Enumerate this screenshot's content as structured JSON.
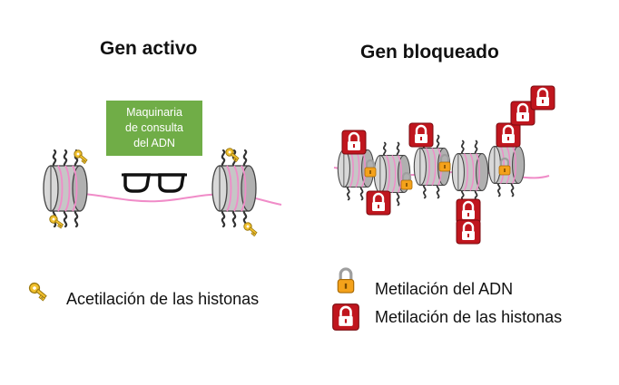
{
  "titles": {
    "active": "Gen activo",
    "blocked": "Gen bloqueado"
  },
  "machinery_box": {
    "label": "Maquinaria\nde consulta\ndel ADN",
    "color": "#70ad47"
  },
  "legend": {
    "histone_acetylation": "Acetilación de las histonas",
    "dna_methylation": "Metilación del ADN",
    "histone_methylation": "Metilación de las histonas"
  },
  "icons": {
    "key": "key-icon",
    "dna_lock": "padlock-orange-icon",
    "histone_lock": "padlock-red-icon",
    "glasses": "glasses-icon"
  },
  "colors": {
    "dna_strand": "#f08cc8",
    "histone_gray": "#bdbdbd",
    "key_gold": "#f2c12e",
    "lock_orange": "#f4a21b",
    "lock_red": "#c0161e"
  }
}
